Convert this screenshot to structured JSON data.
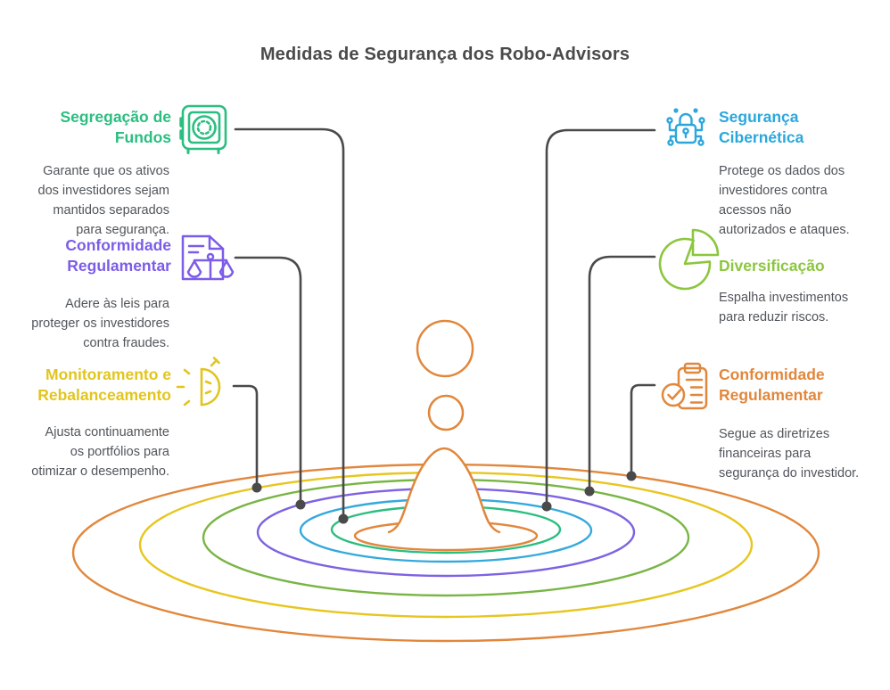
{
  "title": "Medidas de Segurança dos Robo-Advisors",
  "items": [
    {
      "id": "segregacao-de-fundos",
      "heading": "Segregação de\nFundos",
      "description": "Garante que os ativos\ndos investidores sejam\nmantidos separados\npara segurança.",
      "color": "#2BBE80",
      "icon": "safe-icon"
    },
    {
      "id": "conformidade-regulamentar-esquerda",
      "heading": "Conformidade\nRegulamentar",
      "description": "Adere às leis para\nproteger os investidores\ncontra fraudes.",
      "color": "#7C5CE8",
      "icon": "document-scales-icon"
    },
    {
      "id": "monitoramento-e-rebalanceamento",
      "heading": "Monitoramento e\nRebalanceamento",
      "description": "Ajusta continuamente\nos portfólios para\notimizar o desempenho.",
      "color": "#E2C51D",
      "icon": "stopwatch-icon"
    },
    {
      "id": "seguranca-cibernetica",
      "heading": "Segurança\nCibernética",
      "description": "Protege os dados dos\ninvestidores contra\nacessos não\nautorizados e ataques.",
      "color": "#2BA7DC",
      "icon": "cyber-lock-icon"
    },
    {
      "id": "diversificacao",
      "heading": "Diversificação",
      "description": "Espalha investimentos\npara reduzir riscos.",
      "color": "#8CC63F",
      "icon": "pie-chart-icon"
    },
    {
      "id": "conformidade-regulamentar-direita",
      "heading": "Conformidade\nRegulamentar",
      "description": "Segue as diretrizes\nfinanceiras para\nsegurança do investidor.",
      "color": "#E1873C",
      "icon": "clipboard-check-icon"
    }
  ],
  "colors": {
    "title": "#4A4A4A",
    "body_text": "#50555B",
    "connector": "#4A4A4A",
    "droplet": "#E1873C",
    "ripples": [
      "#E1873C",
      "#E7C61F",
      "#79B544",
      "#7E62E2",
      "#36A9DC",
      "#2BBE80"
    ]
  }
}
